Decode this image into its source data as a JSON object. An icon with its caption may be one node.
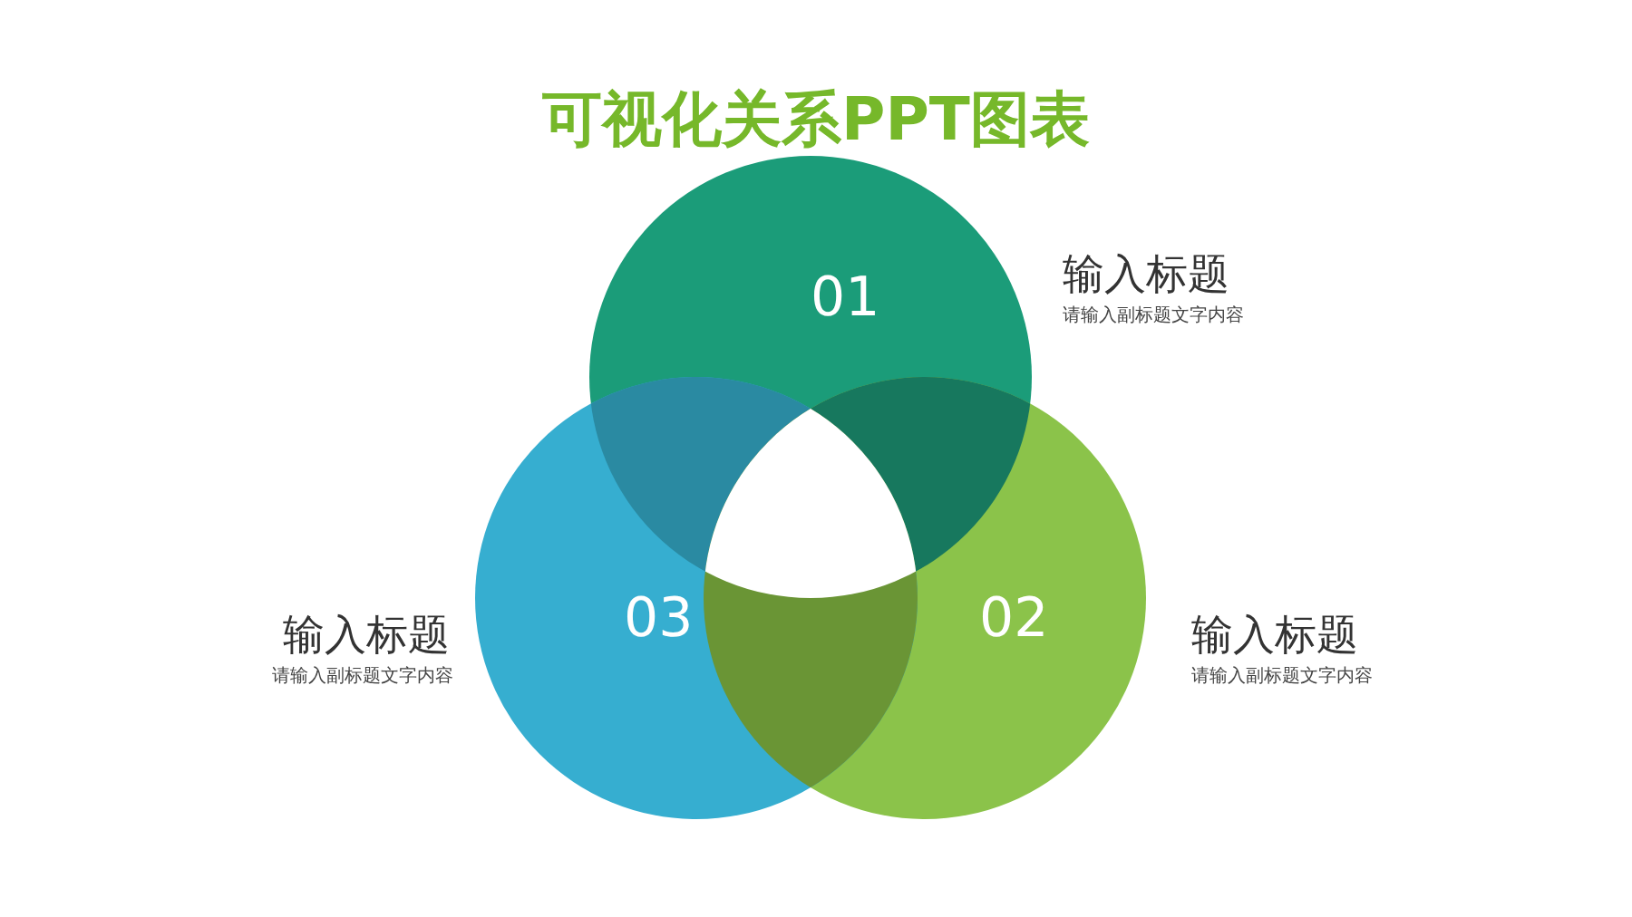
{
  "diagram": {
    "title": "可视化关系PPT图表",
    "nodes": [
      {
        "text": [
          "01"
        ],
        "beside": [
          "输入标题",
          "请输入副标题文字内容"
        ]
      },
      {
        "text": [
          "02"
        ],
        "beside": [
          "输入标题",
          "请输入副标题文字内容"
        ]
      },
      {
        "text": [
          "03"
        ],
        "beside": [
          "输入标题",
          "请输入副标题文字内容"
        ]
      }
    ],
    "edges": []
  }
}
